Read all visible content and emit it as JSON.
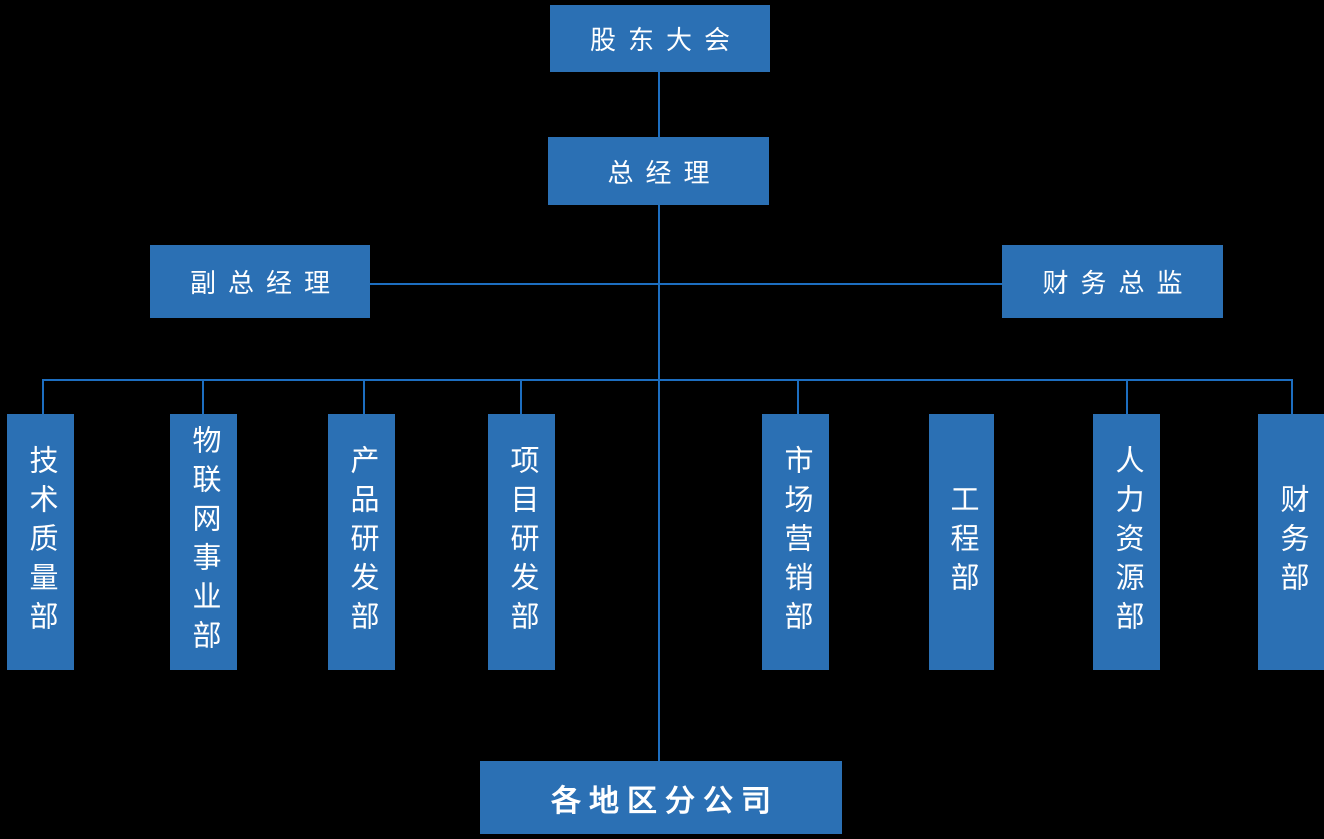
{
  "colors": {
    "background": "#000000",
    "node_fill": "#2B70B4",
    "connector_line": "#1D6EC0",
    "text": "#FFFFFF"
  },
  "nodes": {
    "shareholders_meeting": "股东大会",
    "general_manager": "总经理",
    "deputy_general_manager": "副总经理",
    "finance_director": "财务总监",
    "regional_branches": "各地区分公司"
  },
  "departments": [
    {
      "label": "技术质量部"
    },
    {
      "label": "物联网事业部"
    },
    {
      "label": "产品研发部"
    },
    {
      "label": "项目研发部"
    },
    {
      "label": "市场营销部"
    },
    {
      "label": "工程部"
    },
    {
      "label": "人力资源部"
    },
    {
      "label": "财务部"
    }
  ]
}
